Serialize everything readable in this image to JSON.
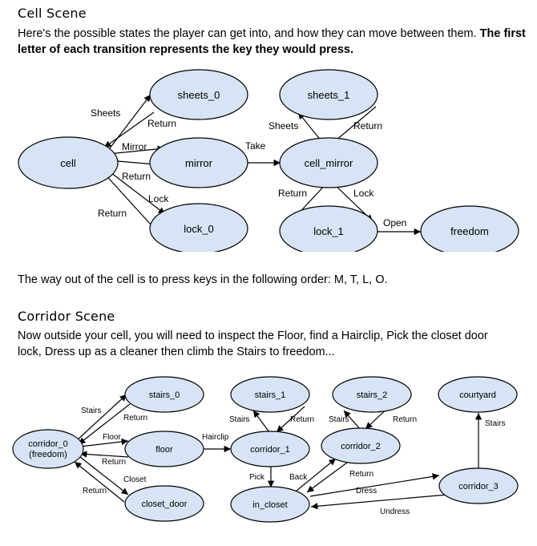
{
  "cell_scene": {
    "heading": "Cell Scene",
    "intro": "Here's the possible states the player can get into, and how they can move between them.",
    "intro_bold": "The first letter of each transition represents the key they would press.",
    "nodes": {
      "cell": "cell",
      "sheets_0": "sheets_0",
      "mirror": "mirror",
      "lock_0": "lock_0",
      "sheets_1": "sheets_1",
      "cell_mirror": "cell_mirror",
      "lock_1": "lock_1",
      "freedom": "freedom"
    },
    "edges": {
      "sheets": "Sheets",
      "return_sheets": "Return",
      "mirror": "Mirror",
      "return_mirror": "Return",
      "lock": "Lock",
      "return_lock": "Return",
      "take": "Take",
      "sheets_1": "Sheets",
      "return_sheets_1": "Return",
      "return_lock_1": "Return",
      "lock_1": "Lock",
      "open": "Open"
    },
    "solution": "The way out of the cell is to press keys in the following order: M, T, L, O."
  },
  "corridor_scene": {
    "heading": "Corridor Scene",
    "intro_line1": "Now outside your cell, you will need to inspect the Floor, find a Hairclip, Pick the closet door",
    "intro_line2": "lock, Dress up as a cleaner then climb the Stairs to freedom...",
    "nodes": {
      "corridor_0_line1": "corridor_0",
      "corridor_0_line2": "(freedom)",
      "stairs_0": "stairs_0",
      "floor": "floor",
      "closet_door": "closet_door",
      "stairs_1": "stairs_1",
      "corridor_1": "corridor_1",
      "in_closet": "in_closet",
      "stairs_2": "stairs_2",
      "corridor_2": "corridor_2",
      "courtyard": "courtyard",
      "corridor_3": "corridor_3"
    },
    "edges": {
      "stairs_0": "Stairs",
      "return_stairs_0": "Return",
      "floor": "Floor",
      "return_floor": "Return",
      "closet": "Closet",
      "return_closet": "Return",
      "hairclip": "Hairclip",
      "stairs_1": "Stairs",
      "return_stairs_1": "Return",
      "stairs_2": "Stairs",
      "return_stairs_2": "Return",
      "pick": "Pick",
      "back": "Back",
      "return_corridor_2": "Return",
      "dress": "Dress",
      "undress": "Undress",
      "stairs_courtyard": "Stairs"
    }
  },
  "colors": {
    "node_fill": "#d6e4f5",
    "stroke": "#000000"
  }
}
